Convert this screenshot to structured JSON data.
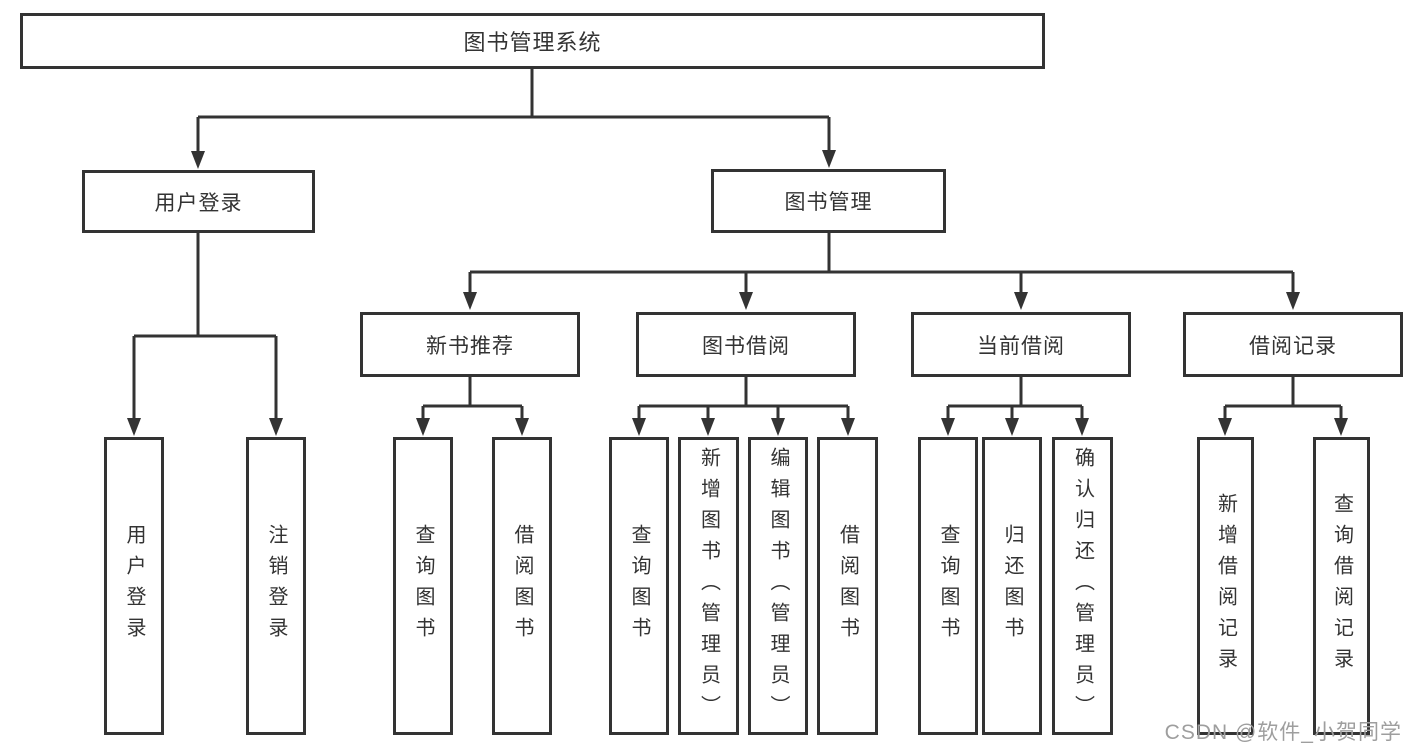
{
  "nodes": {
    "root": "图书管理系统",
    "login": "用户登录",
    "mgmt": "图书管理",
    "rec": "新书推荐",
    "borrow": "图书借阅",
    "current": "当前借阅",
    "records": "借阅记录",
    "login_user": "用户登录",
    "login_logout": "注销登录",
    "rec_query": "查询图书",
    "rec_borrow": "借阅图书",
    "borrow_query": "查询图书",
    "borrow_add": "新增图书（管理员）",
    "borrow_edit": "编辑图书（管理员）",
    "borrow_do": "借阅图书",
    "current_query": "查询图书",
    "current_return": "归还图书",
    "current_confirm": "确认归还（管理员）",
    "records_add": "新增借阅记录",
    "records_query": "查询借阅记录"
  },
  "watermark": "CSDN @软件_小贺同学",
  "colors": {
    "line": "#333333",
    "text": "#333333",
    "box_background": "#ffffff",
    "watermark": "#9e9e9e",
    "background": "#ffffff"
  }
}
